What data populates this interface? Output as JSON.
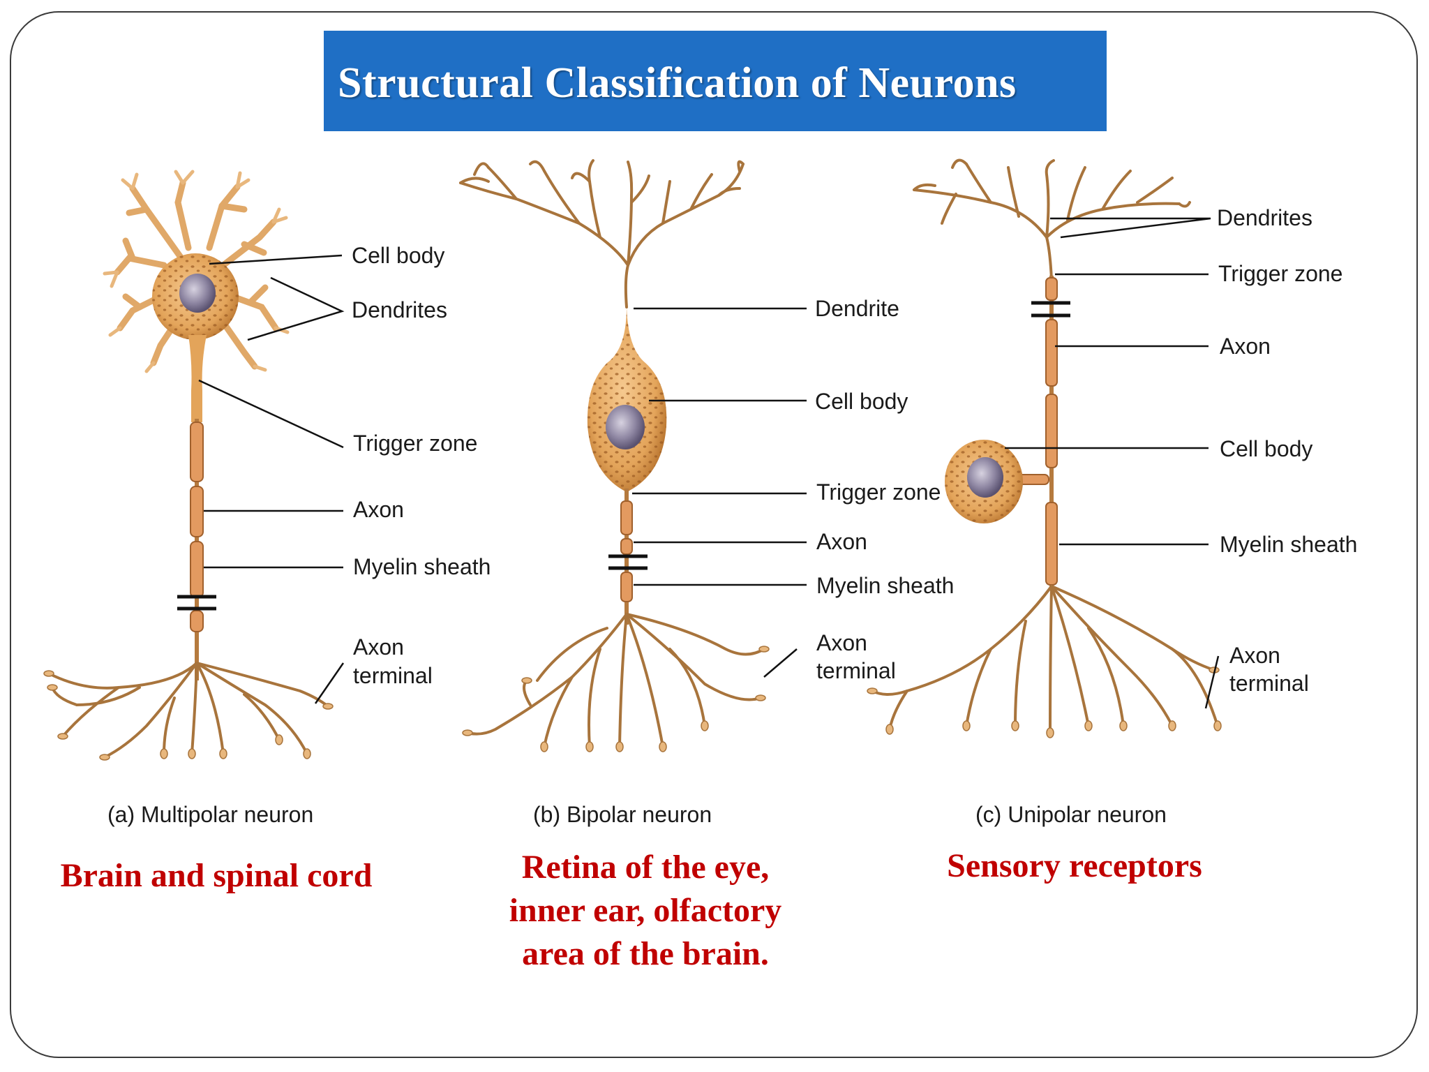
{
  "title": "Structural Classification of Neurons",
  "neurons": [
    {
      "caption": "(a) Multipolar neuron",
      "labels": {
        "cell_body": "Cell body",
        "dendrites": "Dendrites",
        "trigger_zone": "Trigger zone",
        "axon": "Axon",
        "myelin_sheath": "Myelin sheath",
        "axon_terminal_1": "Axon",
        "axon_terminal_2": "terminal"
      },
      "location": [
        "Brain and spinal cord"
      ]
    },
    {
      "caption": "(b) Bipolar neuron",
      "labels": {
        "dendrite": "Dendrite",
        "cell_body": "Cell body",
        "trigger_zone": "Trigger zone",
        "axon": "Axon",
        "myelin_sheath": "Myelin sheath",
        "axon_terminal_1": "Axon",
        "axon_terminal_2": "terminal"
      },
      "location": [
        "Retina of the eye,",
        "inner ear, olfactory",
        "area of the brain."
      ]
    },
    {
      "caption": "(c) Unipolar neuron",
      "labels": {
        "dendrites": "Dendrites",
        "trigger_zone": "Trigger zone",
        "axon": "Axon",
        "cell_body": "Cell body",
        "myelin_sheath": "Myelin sheath",
        "axon_terminal_1": "Axon",
        "axon_terminal_2": "terminal"
      },
      "location": [
        "Sensory receptors"
      ]
    }
  ],
  "colors": {
    "title_bg": "#1f6fc5",
    "title_text": "#ffffff",
    "location_text": "#c00000",
    "neuron_body": "#e3a45a",
    "neuron_branch": "#a8743c",
    "myelin": "#e39a60",
    "nucleus": "#7e7690"
  }
}
